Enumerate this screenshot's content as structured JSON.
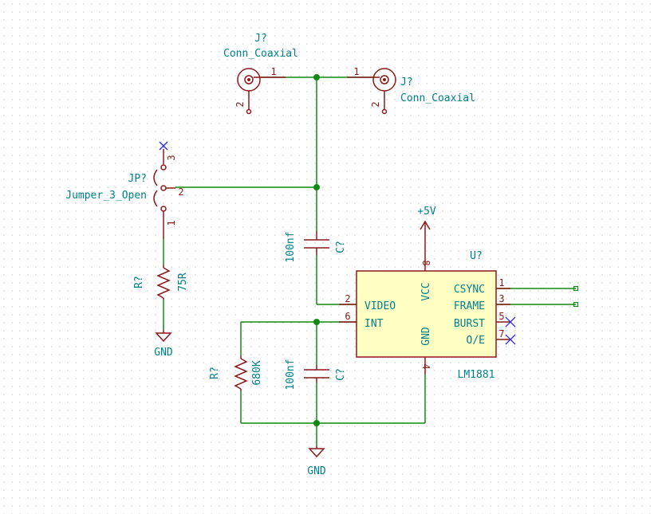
{
  "schematic": {
    "coax_left": {
      "ref": "J?",
      "value": "Conn_Coaxial",
      "pin1": "1",
      "pin2": "2"
    },
    "coax_right": {
      "ref": "J?",
      "value": "Conn_Coaxial",
      "pin1": "1",
      "pin2": "2"
    },
    "jumper": {
      "ref": "JP?",
      "value": "Jumper_3_Open",
      "pin1": "1",
      "pin2": "2",
      "pin3": "3"
    },
    "r_75": {
      "ref": "R?",
      "value": "75R"
    },
    "r_680k": {
      "ref": "R?",
      "value": "680K"
    },
    "c_coupling": {
      "ref": "C?",
      "value": "100nf"
    },
    "c_int": {
      "ref": "C?",
      "value": "100nf"
    },
    "power_5v": {
      "label": "+5V"
    },
    "gnd_left": {
      "label": "GND"
    },
    "gnd_bottom": {
      "label": "GND"
    },
    "ic": {
      "ref": "U?",
      "value": "LM1881",
      "pins": {
        "video": {
          "name": "VIDEO",
          "number": "2"
        },
        "int": {
          "name": "INT",
          "number": "6"
        },
        "vcc": {
          "name": "VCC",
          "number": "8"
        },
        "gnd": {
          "name": "GND",
          "number": "4"
        },
        "csync": {
          "name": "CSYNC",
          "number": "1"
        },
        "frame": {
          "name": "FRAME",
          "number": "3"
        },
        "burst": {
          "name": "BURST",
          "number": "5"
        },
        "oe": {
          "name": "O/E",
          "number": "7"
        }
      }
    },
    "colors": {
      "wire": "#118a11",
      "component": "#8b1a1a",
      "label": "#00808a",
      "no_connect": "#2b2bd6",
      "ic_fill": "#ffffc4"
    }
  }
}
